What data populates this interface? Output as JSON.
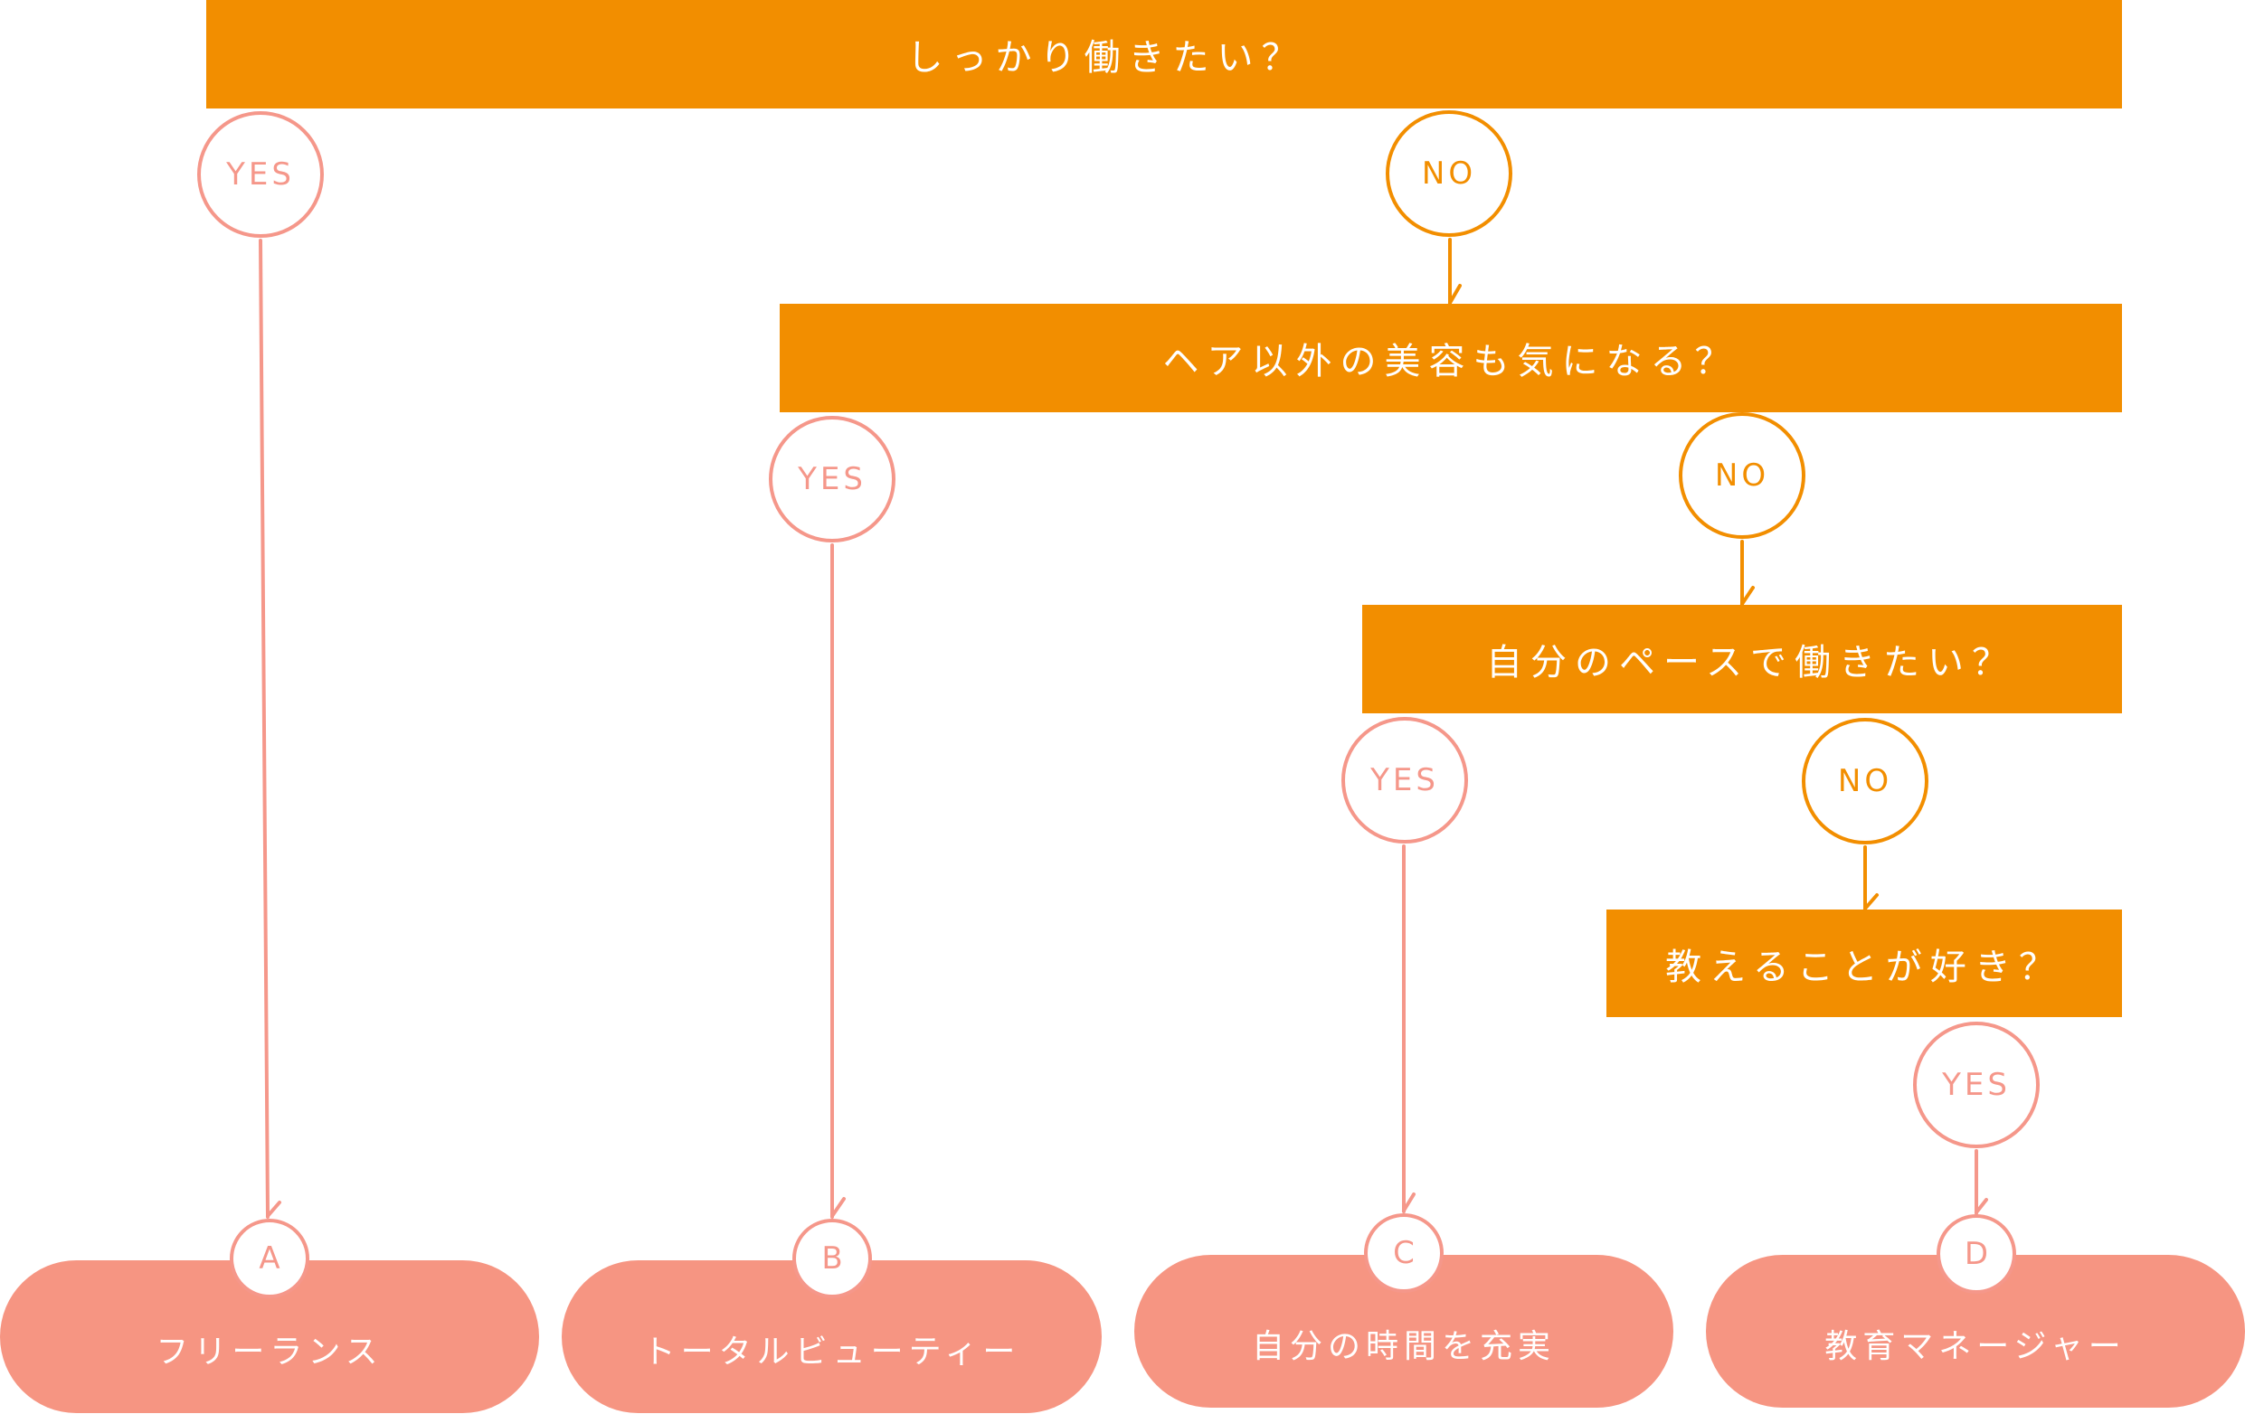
{
  "colors": {
    "question_box": "#F28E00",
    "no_accent": "#F28E00",
    "yes_accent": "#F5978A",
    "result_pill": "#F69582",
    "text_on_fill": "#FFFFFF"
  },
  "questions": [
    {
      "id": "q1",
      "text": "しっかり働きたい？"
    },
    {
      "id": "q2",
      "text": "ヘア以外の美容も気になる？"
    },
    {
      "id": "q3",
      "text": "自分のペースで働きたい？"
    },
    {
      "id": "q4",
      "text": "教えることが好き？"
    }
  ],
  "answers": {
    "yes": "YES",
    "no": "NO"
  },
  "branches": [
    {
      "from": "q1",
      "answer": "YES",
      "to": "A"
    },
    {
      "from": "q1",
      "answer": "NO",
      "to": "q2"
    },
    {
      "from": "q2",
      "answer": "YES",
      "to": "B"
    },
    {
      "from": "q2",
      "answer": "NO",
      "to": "q3"
    },
    {
      "from": "q3",
      "answer": "YES",
      "to": "C"
    },
    {
      "from": "q3",
      "answer": "NO",
      "to": "q4"
    },
    {
      "from": "q4",
      "answer": "YES",
      "to": "D"
    }
  ],
  "results": [
    {
      "letter": "A",
      "label": "フリーランス"
    },
    {
      "letter": "B",
      "label": "トータルビューティー"
    },
    {
      "letter": "C",
      "label": "自分の時間を充実"
    },
    {
      "letter": "D",
      "label": "教育マネージャー"
    }
  ]
}
